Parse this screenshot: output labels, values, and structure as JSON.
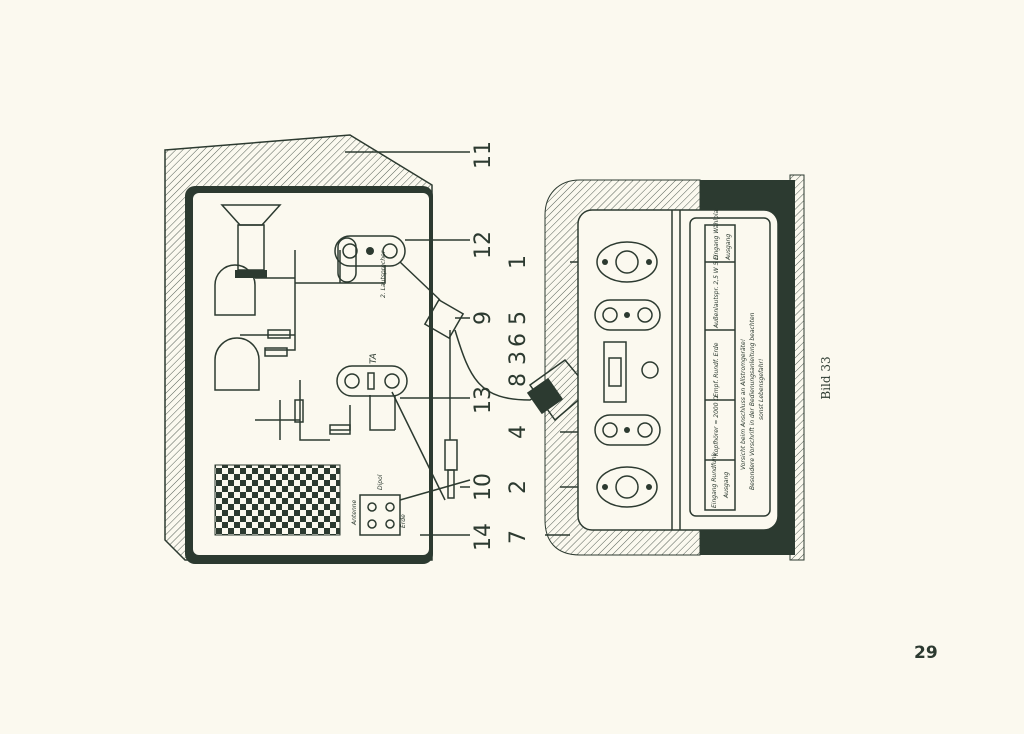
{
  "figure": {
    "caption": "Bild 33",
    "callouts_left": [
      "11",
      "12",
      "9",
      "13",
      "10",
      "14"
    ],
    "callouts_right": [
      "1",
      "5",
      "6",
      "3",
      "8",
      "4",
      "2",
      "7"
    ],
    "left_labels": {
      "speaker_socket": "2. Lautsprecher",
      "pickup": "TA",
      "antenna": "Antenne",
      "dipole": "Dipol",
      "earth": "Erde"
    },
    "panel_labels": [
      "Eingang Rundfunk",
      "Ausgang",
      "Kopfhörer ≈ 2000 Ω",
      "Empf. Rundf. Erde",
      "Außenlautspr. 2,5 W 5 Ω",
      "Eingang Wählplan",
      "Ausgang"
    ],
    "warning_line1": "Vorsicht beim Anschluss an Allstromgeräte!",
    "warning_line2": "Besondere Vorschrift in der Bedienungsanleitung beachten",
    "warning_line3": "sonst Lebensgefahr!"
  },
  "page_number": "29",
  "colors": {
    "ink": "#2c3a30",
    "paper": "#fbf9ef"
  }
}
